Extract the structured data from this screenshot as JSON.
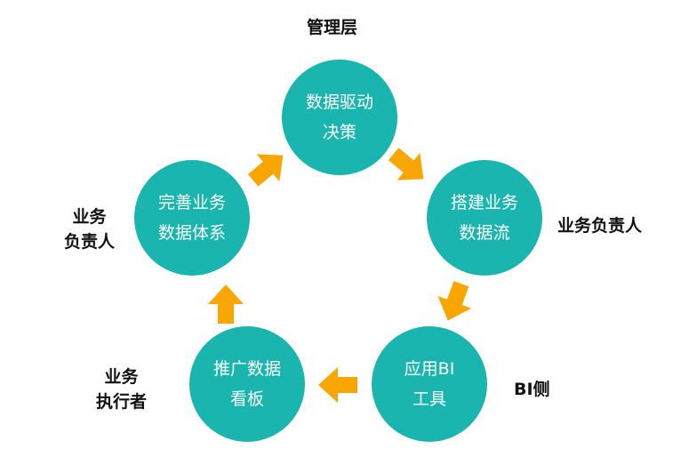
{
  "nodes": [
    {
      "line1": "数据驱动",
      "line2": "决策"
    },
    {
      "line1": "搭建业务",
      "line2": "数据流"
    },
    {
      "line1": "应用BI",
      "line2": "工具"
    },
    {
      "line1": "推广数据",
      "line2": "看板"
    },
    {
      "line1": "完善业务",
      "line2": "数据体系"
    }
  ],
  "roles": {
    "top": "管理层",
    "right": "业务负责人",
    "bottom_right": "BI侧",
    "bottom_left": {
      "line1": "业务",
      "line2": "执行者"
    },
    "left": {
      "line1": "业务",
      "line2": "负责人"
    }
  },
  "colors": {
    "circle": "#1BB5AF",
    "arrow": "#F9A602"
  }
}
